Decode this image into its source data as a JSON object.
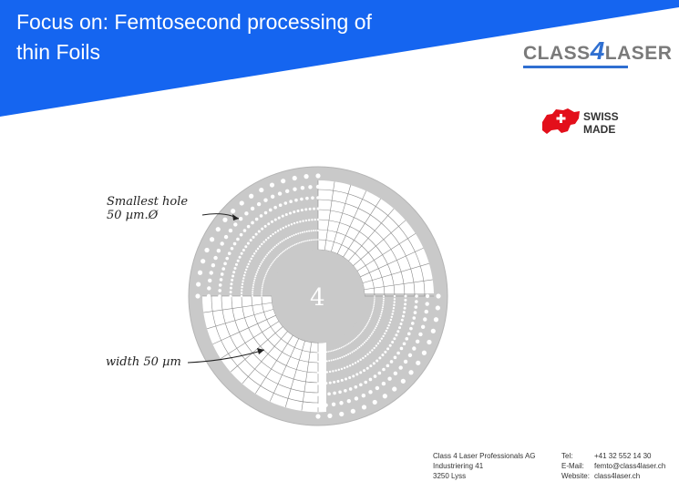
{
  "slide": {
    "title_line1": "Focus on: Femtosecond processing of",
    "title_line2": "thin Foils"
  },
  "logo": {
    "text_a": "CLASS",
    "text_b": "4",
    "text_c": "LASER"
  },
  "swiss_badge": {
    "line1": "SWISS",
    "line2": "MADE"
  },
  "disc": {
    "center_label": "4"
  },
  "annotations": {
    "smallest_hole_line1": "Smallest hole",
    "smallest_hole_line2": "50 µm.Ø",
    "width": "width 50 µm"
  },
  "footer": {
    "company": "Class 4 Laser Professionals AG",
    "street": "Industriering 41",
    "city": "3250 Lyss",
    "tel_label": "Tel:",
    "tel_value": "+41 32 552 14 30",
    "email_label": "E-Mail:",
    "email_value": "femto@class4laser.ch",
    "website_label": "Website:",
    "website_value": "class4laser.ch"
  },
  "colors": {
    "banner": "#1565f0",
    "disc": "#c9c9c9",
    "logo_accent": "#2f6fd1"
  }
}
